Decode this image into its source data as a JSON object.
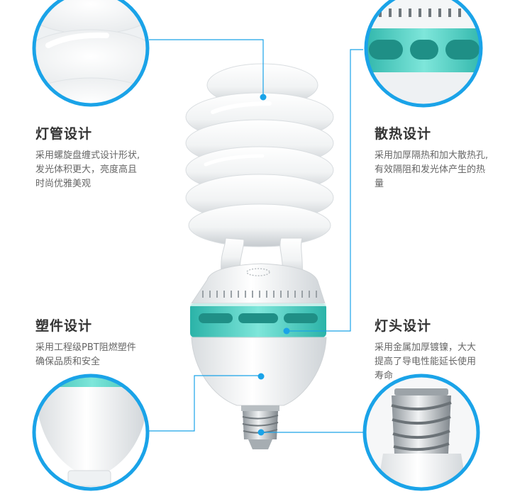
{
  "features": {
    "tube": {
      "title": "灯管设计",
      "desc_lines": [
        "采用螺旋盘缠式设计形状,",
        "发光体积更大，亮度高且",
        "时尚优雅美观"
      ]
    },
    "heat": {
      "title": "散热设计",
      "desc_lines": [
        "采用加厚隔热和加大散热孔,",
        "有效隔阻和发光体产生的热",
        "量"
      ]
    },
    "plastic": {
      "title": "塑件设计",
      "desc_lines": [
        "采用工程级PBT阻燃塑件",
        "确保品质和安全"
      ]
    },
    "cap": {
      "title": "灯头设计",
      "desc_lines": [
        "采用金属加厚镀镍，大大",
        "提高了导电性能延长使用",
        "寿命"
      ]
    }
  },
  "colors": {
    "accent": "#1aa3e8",
    "teal_band": "#3fd0c0",
    "title": "#333333",
    "text": "#666666"
  },
  "icons": [
    "detail-circle",
    "callout-dot"
  ]
}
